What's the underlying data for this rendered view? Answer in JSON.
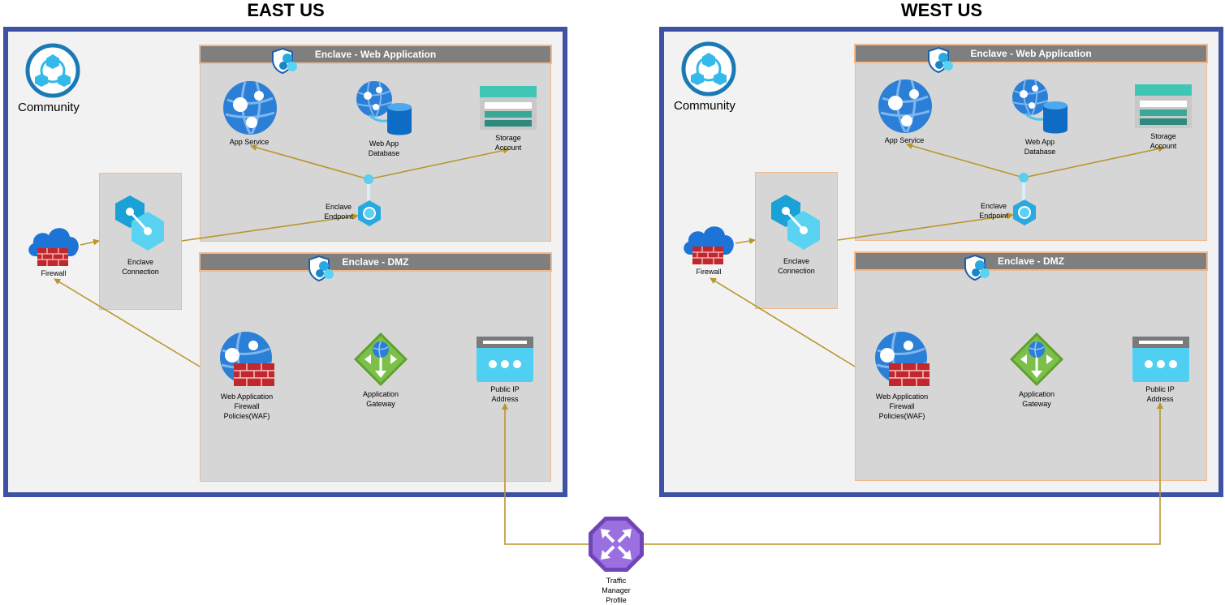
{
  "regions": [
    {
      "title": "EAST US",
      "community_label": "Community",
      "firewall_label": "Firewall",
      "connection_label": "Enclave Connection",
      "web_enclave": {
        "header": "Enclave - Web Application",
        "app_service": "App Service",
        "database": "Web App Database",
        "storage": "Storage Account",
        "endpoint": "Enclave Endpoint"
      },
      "dmz_enclave": {
        "header": "Enclave - DMZ",
        "waf": "Web Application Firewall Policies(WAF)",
        "gateway": "Application Gateway",
        "public_ip": "Public IP Address"
      }
    },
    {
      "title": "WEST US",
      "community_label": "Community",
      "firewall_label": "Firewall",
      "connection_label": "Enclave Connection",
      "web_enclave": {
        "header": "Enclave - Web Application",
        "app_service": "App Service",
        "database": "Web App Database",
        "storage": "Storage Account",
        "endpoint": "Enclave Endpoint"
      },
      "dmz_enclave": {
        "header": "Enclave - DMZ",
        "waf": "Web Application Firewall Policies(WAF)",
        "gateway": "Application Gateway",
        "public_ip": "Public IP Address"
      }
    }
  ],
  "traffic_manager": {
    "label": "Traffic Manager Profile"
  },
  "colors": {
    "region_border": "#3f51a3",
    "connector": "#b8962e",
    "enclave_fill": "#d6d6d6",
    "header_fill": "#7f7f7f"
  }
}
